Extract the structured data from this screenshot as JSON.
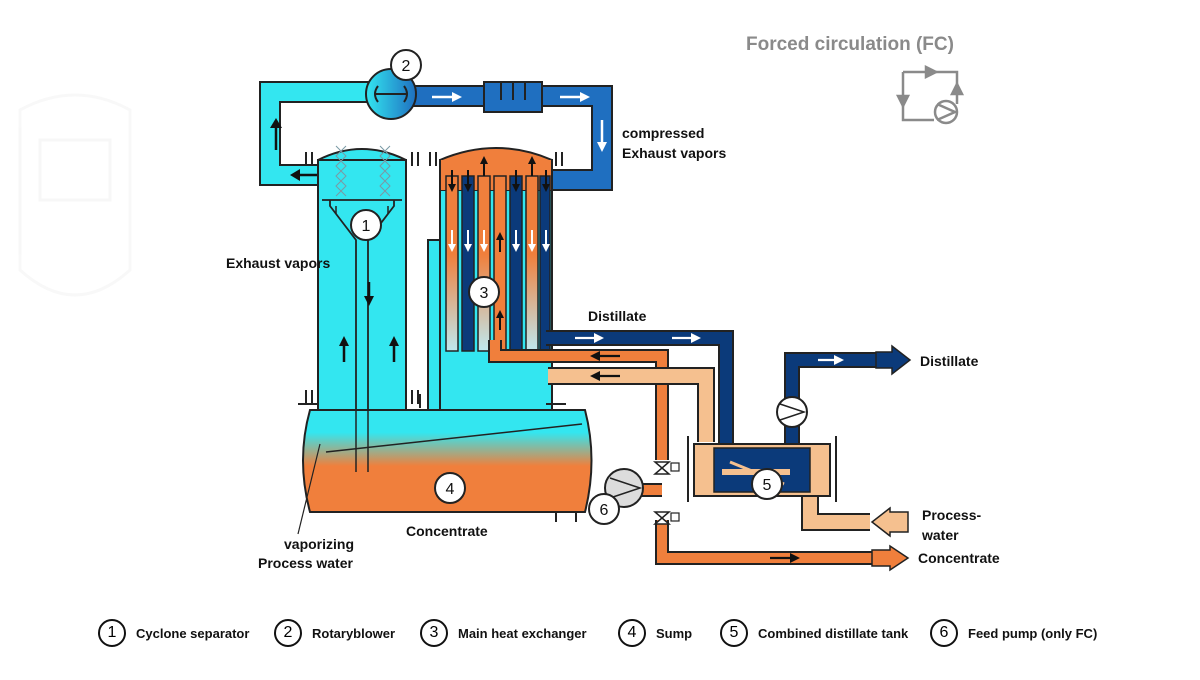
{
  "title": "Forced circulation (FC)",
  "colors": {
    "vapor": "#33e6f0",
    "compressed_vapor": "#1f6fc0",
    "distillate": "#0b3a7a",
    "concentrate": "#f07f3c",
    "process_water": "#f5c08f",
    "outline": "#222222"
  },
  "labels": {
    "compressed_line1": "compressed",
    "compressed_line2": "Exhaust vapors",
    "exhaust_vapors": "Exhaust vapors",
    "distillate_top": "Distillate",
    "distillate_out": "Distillate",
    "process_line1": "Process-",
    "process_line2": "water",
    "concentrate_out": "Concentrate",
    "concentrate_sump": "Concentrate",
    "vaporizing_line1": "vaporizing",
    "vaporizing_line2": "Process water"
  },
  "markers": [
    "1",
    "2",
    "3",
    "4",
    "5",
    "6"
  ],
  "legend": [
    {
      "num": "1",
      "text": "Cyclone separator"
    },
    {
      "num": "2",
      "text": "Rotaryblower"
    },
    {
      "num": "3",
      "text": "Main heat exchanger"
    },
    {
      "num": "4",
      "text": "Sump"
    },
    {
      "num": "5",
      "text": "Combined distillate tank"
    },
    {
      "num": "6",
      "text": "Feed pump (only FC)"
    }
  ]
}
